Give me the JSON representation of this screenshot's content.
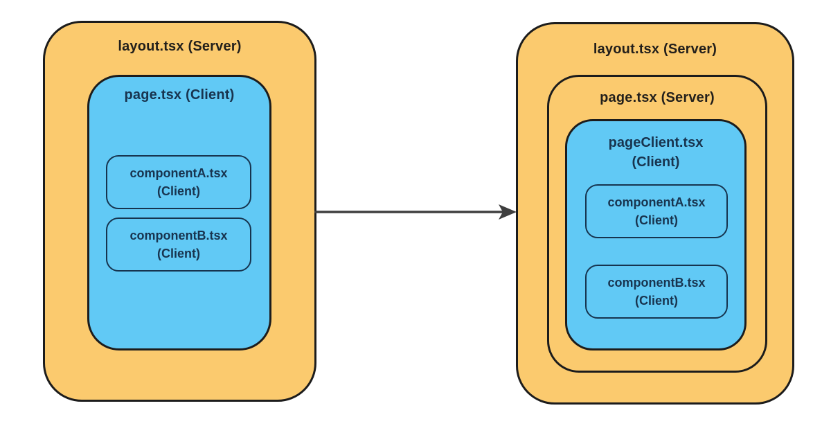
{
  "colors": {
    "server_fill": "#FBCA6E",
    "client_fill": "#61C9F5",
    "box_border": "#1C1C1C",
    "client_border": "#16344F",
    "server_text": "#221F1B",
    "client_text": "#18344F",
    "arrow": "#3F3F3F",
    "background": "#FFFFFF"
  },
  "left_diagram": {
    "layout_label": "layout.tsx (Server)",
    "page_label": "page.tsx (Client)",
    "components": [
      {
        "name": "componentA.tsx",
        "type": "(Client)"
      },
      {
        "name": "componentB.tsx",
        "type": "(Client)"
      }
    ]
  },
  "right_diagram": {
    "layout_label": "layout.tsx (Server)",
    "page_label": "page.tsx (Server)",
    "page_client_label_line1": "pageClient.tsx",
    "page_client_label_line2": "(Client)",
    "components": [
      {
        "name": "componentA.tsx",
        "type": "(Client)"
      },
      {
        "name": "componentB.tsx",
        "type": "(Client)"
      }
    ]
  }
}
